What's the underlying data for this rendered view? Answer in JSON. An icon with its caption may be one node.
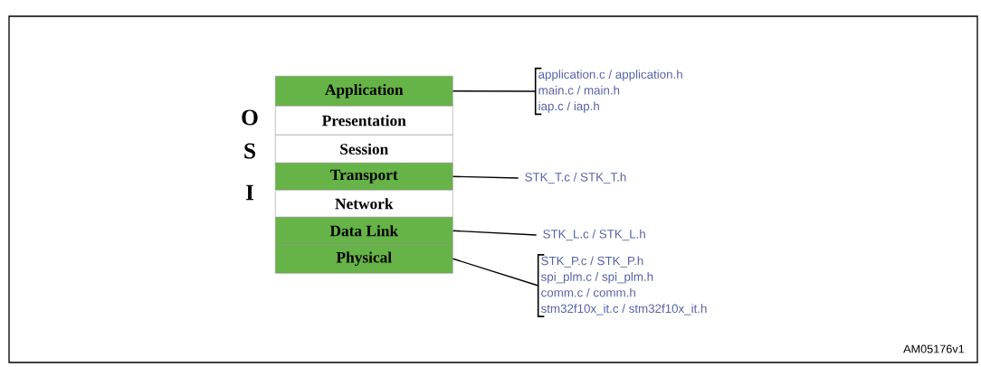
{
  "diagram": {
    "nodes": [
      {
        "text": [
          "Application"
        ]
      },
      {
        "text": [
          "Presentation"
        ]
      },
      {
        "text": [
          "Session"
        ]
      },
      {
        "text": [
          "Transport"
        ]
      },
      {
        "text": [
          "Network"
        ]
      },
      {
        "text": [
          "Data Link"
        ]
      },
      {
        "text": [
          "Physical"
        ]
      },
      {
        "text": [
          "application.c / application.h",
          "main.c / main.h",
          "iap.c / iap.h"
        ]
      },
      {
        "text": [
          "STK_T.c / STK_T.h"
        ]
      },
      {
        "text": [
          "STK_L.c / STK_L.h"
        ]
      },
      {
        "text": [
          "STK_P.c / STK_P.h",
          "spi_plm.c / spi_plm.h",
          "comm.c / comm.h",
          "stm32f10x_it.c / stm32f10x_it.h"
        ]
      }
    ],
    "edges": [
      {
        "from": 0,
        "to": 7,
        "arrow": "none"
      },
      {
        "from": 3,
        "to": 8,
        "arrow": "none"
      },
      {
        "from": 5,
        "to": 9,
        "arrow": "none"
      },
      {
        "from": 6,
        "to": 10,
        "arrow": "none"
      }
    ],
    "labels": [
      "O",
      "S",
      "I",
      "AM05176v1"
    ]
  }
}
